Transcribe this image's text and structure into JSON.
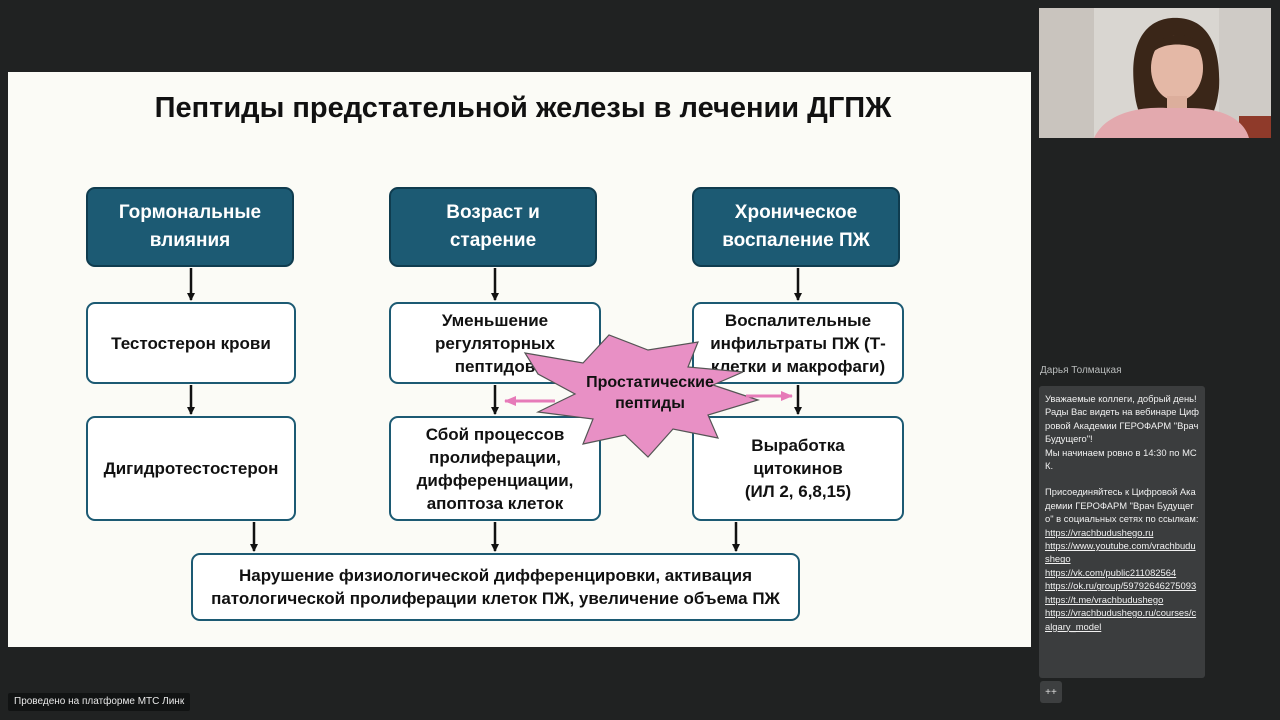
{
  "slide": {
    "title": "Пептиды предстательной железы в лечении ДГПЖ",
    "headers": [
      "Гормональные\nвлияния",
      "Возраст и\nстарение",
      "Хроническое\nвоспаление ПЖ"
    ],
    "row2": [
      "Тестостерон крови",
      "Уменьшение\nрегуляторных\nпептидов",
      "Воспалительные\nинфильтраты ПЖ (Т-\nклетки и макрофаги)"
    ],
    "row3": [
      "Дигидротестостерон",
      "Сбой процессов\nпролиферации,\nдифференциации,\nапоптоза клеток",
      "Выработка\nцитокинов\n(ИЛ 2, 6,8,15)"
    ],
    "bottom": "Нарушение физиологической дифференцировки, активация\nпатологической пролиферации клеток ПЖ, увеличение объема ПЖ",
    "star": "Простатические\nпептиды"
  },
  "chat": {
    "sender": "Дарья Толмацкая",
    "greeting": "Уважаемые коллеги, добрый день! Рады Вас видеть на вебинаре Цифровой Академии ГЕРОФАРМ \"Врач Будущего\"!\nМы начинаем ровно в 14:30 по МСК.",
    "invite": "Присоединяйтесь к Цифровой Академии ГЕРОФАРМ \"Врач Будущего\" в социальных сетях по ссылкам:",
    "links": [
      "https://vrachbudushego.ru",
      "https://www.youtube.com/vrachbudushego",
      "https://vk.com/public211082564",
      "https://ok.ru/group/59792646275093",
      "https://t.me/vrachbudushego",
      "https://vrachbudushego.ru/courses/calgary_model"
    ],
    "expand_button": "++"
  },
  "footer": "Проведено на платформе МТС Линк",
  "colors": {
    "header_fill": "#1c5a73",
    "star_fill": "#e890c5",
    "arrow_pink": "#e67ab8"
  }
}
